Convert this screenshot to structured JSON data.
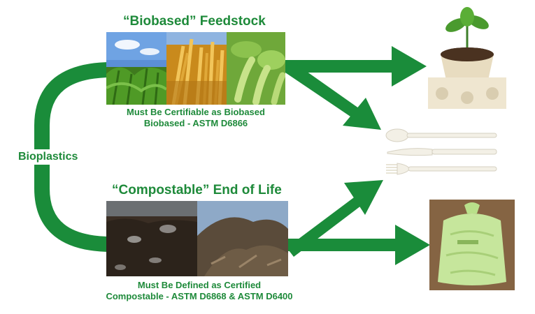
{
  "feedstock": {
    "title": "“Biobased” Feedstock",
    "caption_line1": "Must Be Certifiable as Biobased",
    "caption_line2": "Biobased - ASTM D6866",
    "images": [
      "corn-field",
      "wheat",
      "soybeans"
    ]
  },
  "end_of_life": {
    "title": "“Compostable” End of Life",
    "caption_line1": "Must Be Defined as Certified",
    "caption_line2": "Compostable - ASTM D6868 & ASTM D6400",
    "images": [
      "steaming-compost",
      "compost-pile"
    ]
  },
  "side_label": "Bioplastics",
  "outputs": [
    "plant-in-biobased-pot",
    "compostable-cutlery",
    "compostable-bag"
  ],
  "colors": {
    "accent": "#1e8a3a",
    "arrow": "#1a8c3a"
  }
}
